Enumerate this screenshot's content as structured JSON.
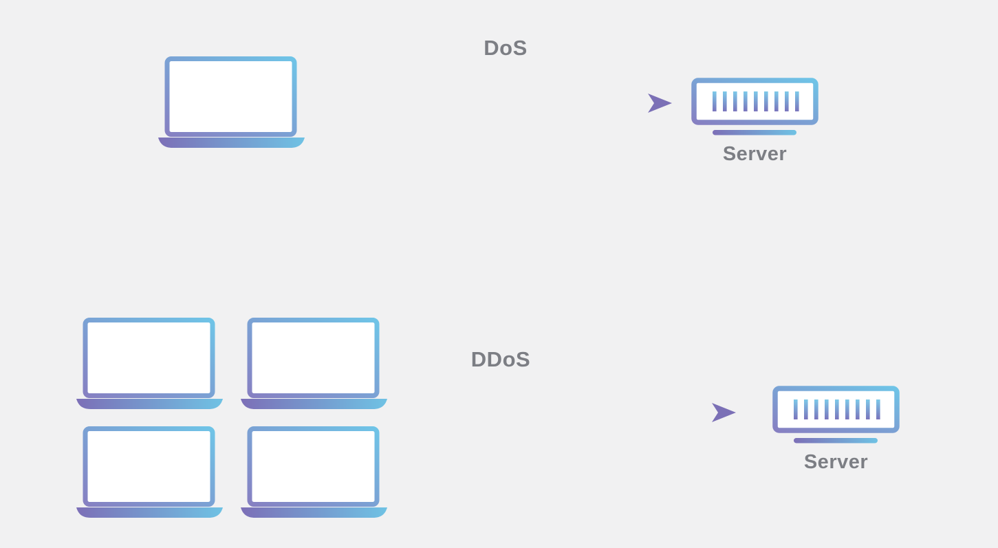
{
  "diagram": {
    "background_color": "#f1f1f2",
    "text_color": "#7c7e84",
    "accent_blue": "#6fc4e7",
    "accent_purple": "#7b70b6",
    "dos_flow": {
      "label": "DoS",
      "attacker_type": "laptop",
      "attacker_count": 1,
      "server_label": "Server"
    },
    "ddos_flow": {
      "label": "DDoS",
      "attacker_type": "laptop",
      "attacker_count": 4,
      "server_label": "Server"
    }
  }
}
